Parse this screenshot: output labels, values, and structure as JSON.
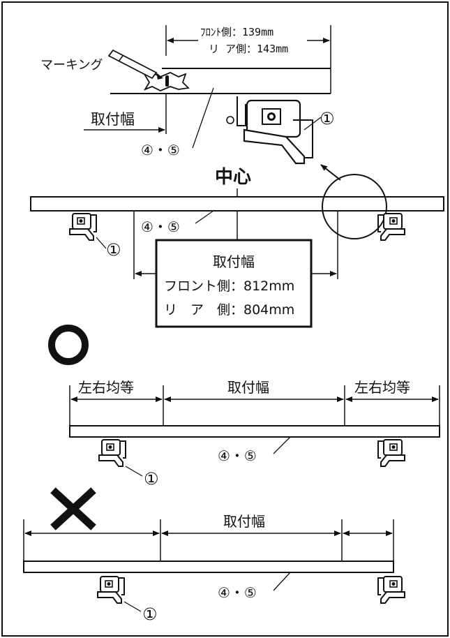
{
  "top_detail": {
    "marking_label": "マーキング",
    "width_label": "取付幅",
    "dim_line1": "ﾌﾛﾝﾄ側：139mm",
    "dim_line2": "リ ア側：143mm",
    "part_bar": "④・⑤",
    "part_bracket": "①"
  },
  "middle": {
    "center_label": "中心",
    "part_bar": "④・⑤",
    "part_bracket": "①",
    "box_title": "取付幅",
    "box_line1": "フロント側：812mm",
    "box_line2": "リ　ア　側：804mm"
  },
  "correct_example": {
    "symbol": "○",
    "left_label": "左右均等",
    "center_label": "取付幅",
    "right_label": "左右均等",
    "part_bar": "④・⑤",
    "part_bracket": "①"
  },
  "incorrect_example": {
    "symbol": "✕",
    "center_label": "取付幅",
    "part_bar": "④・⑤",
    "part_bracket": "①"
  }
}
